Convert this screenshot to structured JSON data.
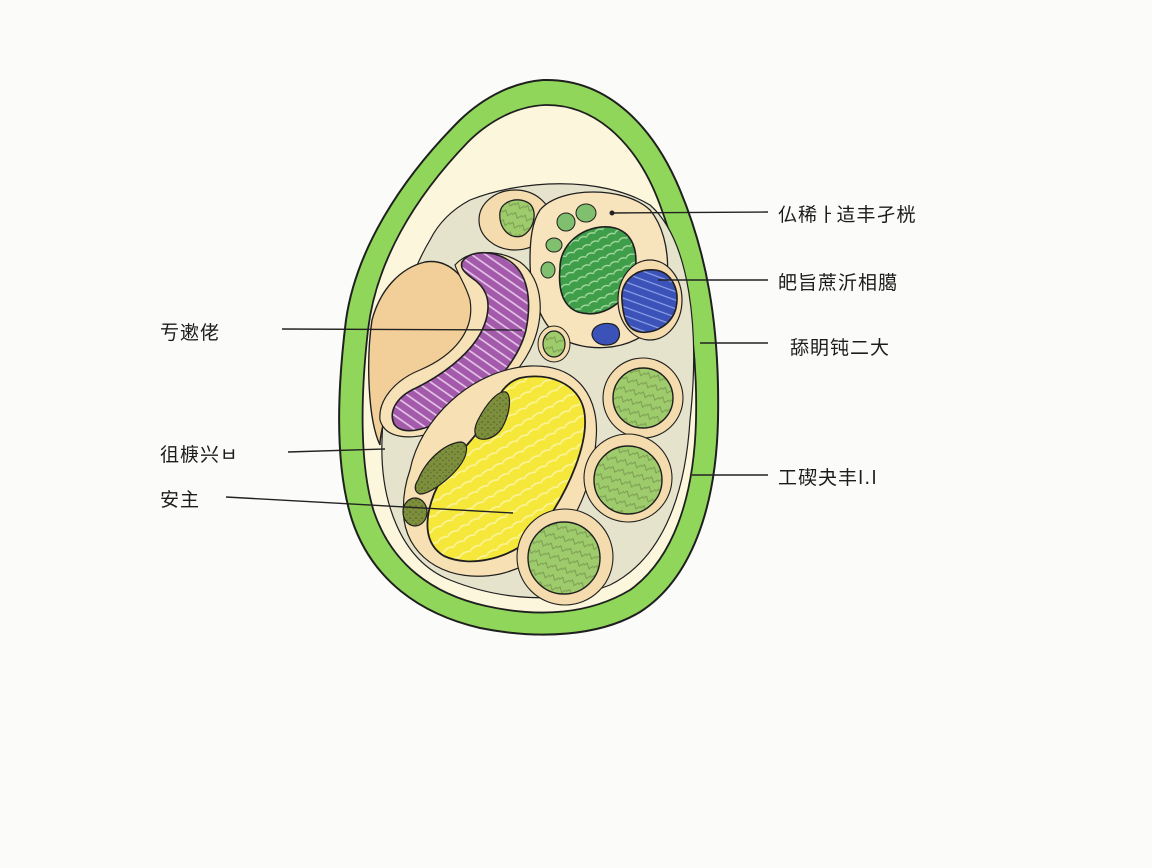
{
  "diagram": {
    "type": "hand-drawn plant cell cross-section",
    "colors": {
      "background": "#fbfbf9",
      "cell_wall": "#8fd65a",
      "cytoplasm": "#fbf6dc",
      "vacuole_tan": "#f3d8ac",
      "golgi_purple": "#a05aa8",
      "chloroplast_green": "#3a9a48",
      "nucleus_blue": "#3a4fb0",
      "large_yellow": "#f4e632",
      "olive_bodies": "#7a8a3a",
      "round_green": "#9cc86a",
      "outline": "#1f1f1f"
    },
    "labels_right": [
      {
        "text": "仏稀ㅏ迼丰孑桄"
      },
      {
        "text": "皅旨蔗沂相臈"
      },
      {
        "text": "舔眀钝二大"
      },
      {
        "text": "工碶夬丰l.l"
      }
    ],
    "labels_left": [
      {
        "text": "亐遬佬"
      },
      {
        "text": "徂椩兴ㅂ"
      },
      {
        "text": "安主"
      }
    ]
  }
}
